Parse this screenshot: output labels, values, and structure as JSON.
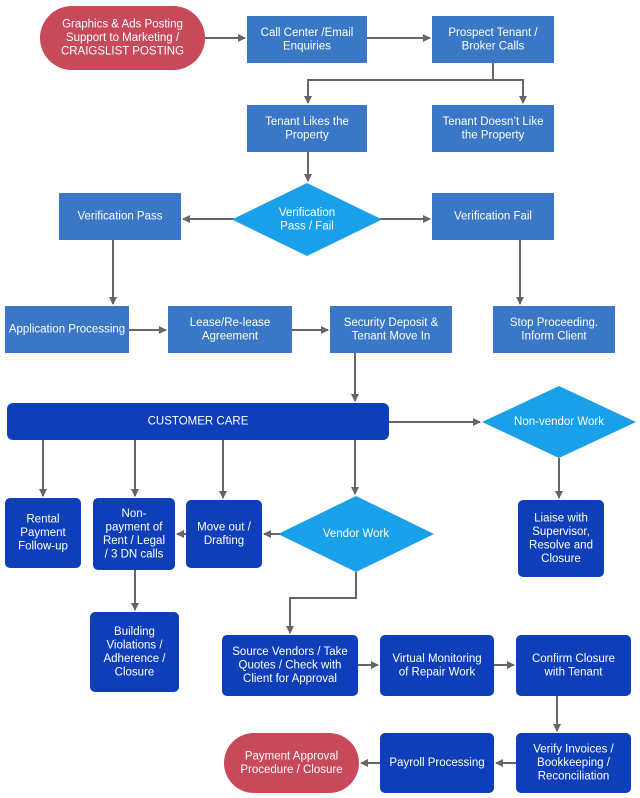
{
  "colors": {
    "box_light": "#3a78c7",
    "box_dark": "#0f3fb8",
    "diamond": "#1aa0e8",
    "terminal": "#c8495a",
    "connector": "#666666",
    "text": "#ffffff"
  },
  "nodes": {
    "graphics_ads": [
      "Graphics & Ads Posting",
      "Support to Marketing /",
      "CRAIGSLIST POSTING"
    ],
    "call_center": [
      "Call Center /Email",
      "Enquiries"
    ],
    "prospect_tenant": [
      "Prospect Tenant /",
      "Broker  Calls"
    ],
    "tenant_likes": [
      "Tenant Likes the",
      "Property"
    ],
    "tenant_doesnt_like": [
      "Tenant Doesn’t Like",
      "the Property"
    ],
    "verification_decision": [
      "Verification",
      "Pass / Fail"
    ],
    "verification_pass": [
      "Verification Pass"
    ],
    "verification_fail": [
      "Verification Fail"
    ],
    "application_processing": [
      "Application Processing"
    ],
    "lease_agreement": [
      "Lease/Re-lease",
      "Agreement"
    ],
    "security_deposit": [
      "Security Deposit &",
      "Tenant Move In"
    ],
    "stop_proceeding": [
      "Stop Proceeding.",
      "Inform Client"
    ],
    "customer_care": [
      "CUSTOMER CARE"
    ],
    "non_vendor_work": [
      "Non-vendor Work"
    ],
    "rental_followup": [
      "Rental",
      "Payment",
      "Follow-up"
    ],
    "nonpayment": [
      "Non-",
      "payment of",
      "Rent / Legal",
      "/ 3 DN calls"
    ],
    "move_out": [
      "Move out /",
      "Drafting"
    ],
    "vendor_work": [
      "Vendor Work"
    ],
    "liaise": [
      "Liaise with",
      "Supervisor,",
      "Resolve and",
      "Closure"
    ],
    "building_violations": [
      "Building",
      "Violations /",
      "Adherence /",
      "Closure"
    ],
    "source_vendors": [
      "Source Vendors / Take",
      "Quotes / Check with",
      "Client for Approval"
    ],
    "virtual_monitoring": [
      "Virtual Monitoring",
      "of Repair Work"
    ],
    "confirm_closure": [
      "Confirm Closure",
      "with Tenant"
    ],
    "verify_invoices": [
      "Verify Invoices /",
      "Bookkeeping /",
      "Reconciliation"
    ],
    "payroll": [
      "Payroll Processing"
    ],
    "payment_approval": [
      "Payment Approval",
      "Procedure / Closure"
    ]
  }
}
